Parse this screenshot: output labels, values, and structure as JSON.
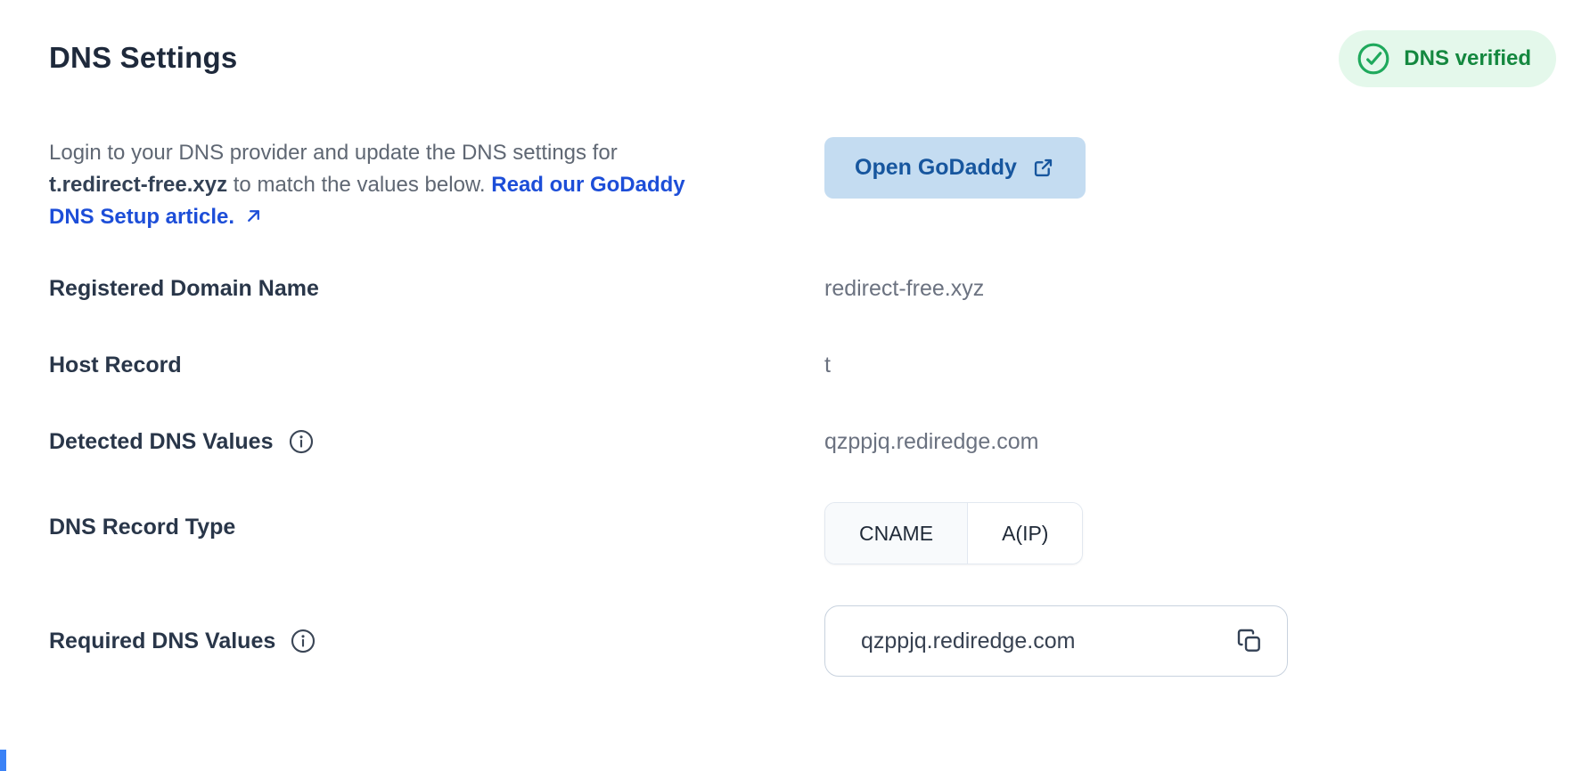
{
  "panel": {
    "title": "DNS Settings",
    "verified_badge": "DNS verified",
    "intro": {
      "text_before": "Login to your DNS provider and update the DNS settings for ",
      "domain": "t.redirect-free.xyz",
      "text_after": " to match the values below.  ",
      "link_label": "Read our GoDaddy DNS Setup article."
    },
    "open_godaddy_button": "Open GoDaddy",
    "rows": {
      "registered_domain": {
        "label": "Registered Domain Name",
        "value": "redirect-free.xyz"
      },
      "host_record": {
        "label": "Host Record",
        "value": "t"
      },
      "detected_dns": {
        "label": "Detected DNS Values",
        "value": "qzppjq.rediredge.com"
      },
      "record_type": {
        "label": "DNS Record Type",
        "options": {
          "cname": "CNAME",
          "a_ip": "A(IP)"
        },
        "selected": "CNAME"
      },
      "required_dns": {
        "label": "Required DNS Values",
        "value": "qzppjq.rediredge.com"
      }
    },
    "colors": {
      "accent_blue": "#1d4ed8",
      "button_bg": "#c4dcf1",
      "badge_bg": "#e4f8eb",
      "badge_green": "#14883f"
    }
  }
}
